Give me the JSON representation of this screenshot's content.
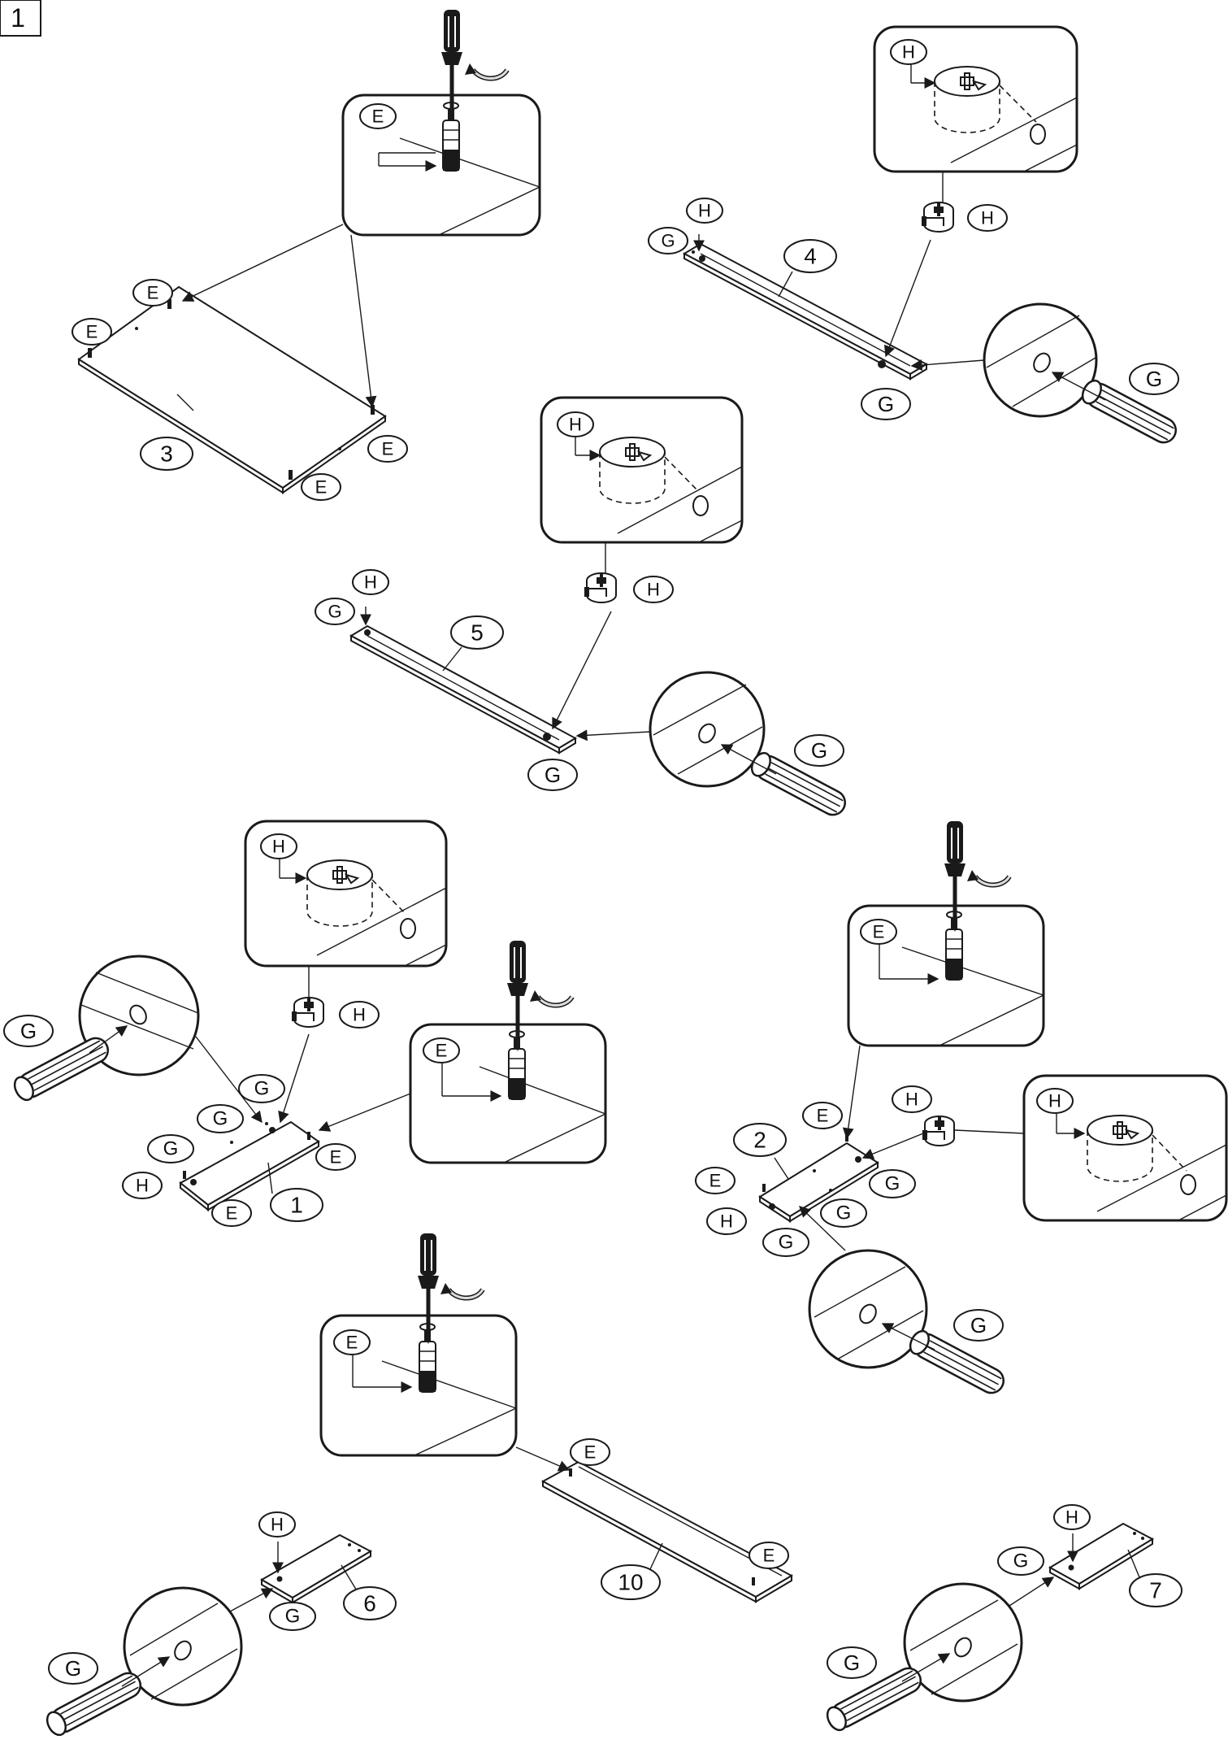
{
  "step": "1",
  "parts": {
    "p1": "1",
    "p2": "2",
    "p3": "3",
    "p4": "4",
    "p5": "5",
    "p6": "6",
    "p7": "7",
    "p10": "10"
  },
  "hardware": {
    "e": "E",
    "g": "G",
    "h": "H"
  },
  "icons": [
    "screwdriver-icon",
    "rotation-arrow-icon",
    "cam-lock-icon",
    "dowel-icon",
    "magnifier-lens"
  ]
}
